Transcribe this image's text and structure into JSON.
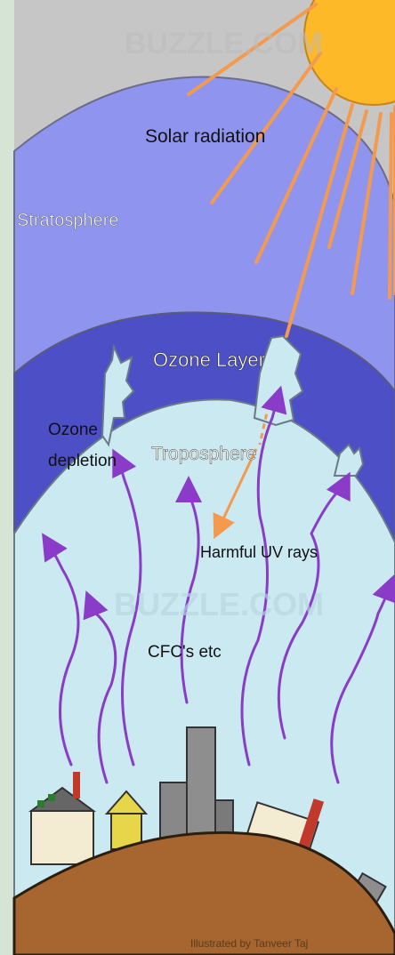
{
  "labels": {
    "solar_radiation": "Solar radiation",
    "stratosphere": "Stratosphere",
    "ozone_layer": "Ozone Layer",
    "ozone": "Ozone",
    "depletion": "depletion",
    "troposphere": "Troposphere",
    "harmful_uv": "Harmful UV rays",
    "cfcs": "CFC's etc",
    "watermark_top": "BUZZLE.COM",
    "watermark_mid": "BUZZLE.COM",
    "credit": "Illustrated by Tanveer Taj"
  },
  "colors": {
    "page_bg": "#d6e4d6",
    "sky_gray": "#c6c6c6",
    "stratosphere": "#8f95ee",
    "ozone_layer": "#4d4fc6",
    "troposphere": "#cbe9f1",
    "sun": "#fdb927",
    "sun_rays": "#f39a4f",
    "cfc_arrows": "#8a3cc8",
    "ground": "#a7652f"
  }
}
